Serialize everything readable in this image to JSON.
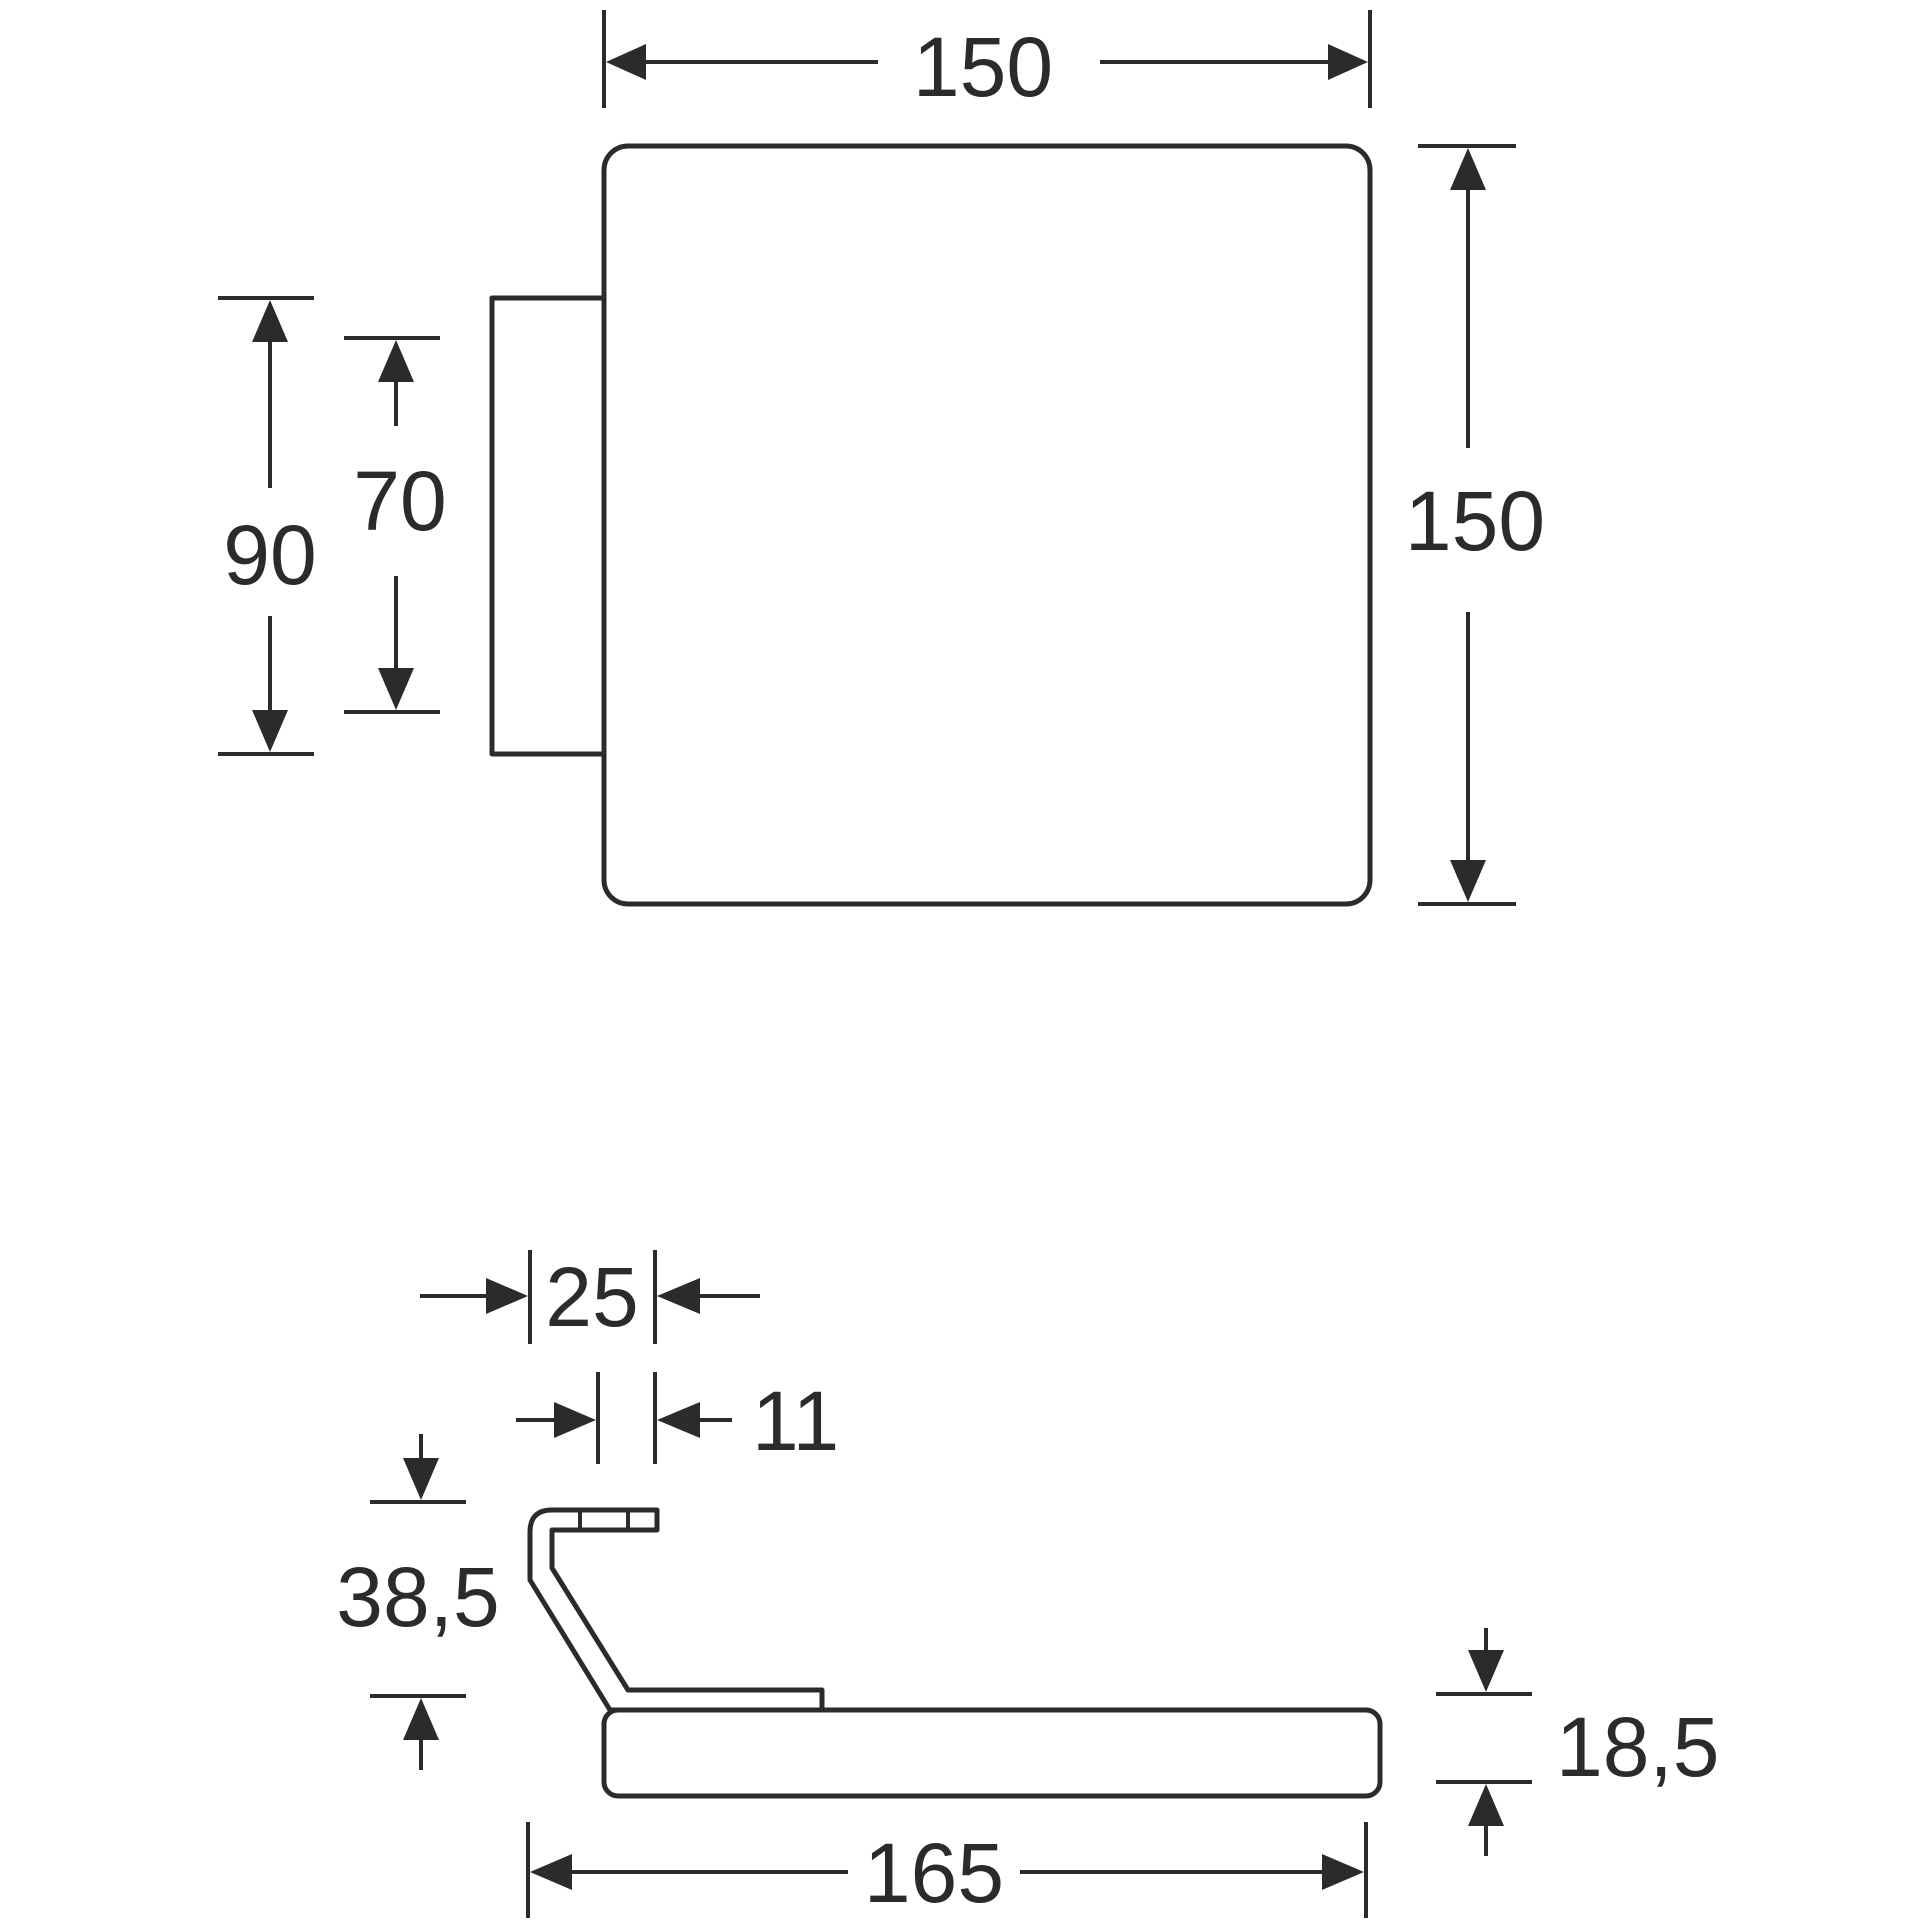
{
  "colors": {
    "line": "#2b2b2b",
    "background": "#ffffff"
  },
  "top_view": {
    "width_label": "150",
    "height_label": "150",
    "outer_label": "90",
    "inner_label": "70"
  },
  "side_view": {
    "label_25": "25",
    "label_11": "11",
    "label_385": "38,5",
    "label_185": "18,5",
    "label_165": "165"
  }
}
